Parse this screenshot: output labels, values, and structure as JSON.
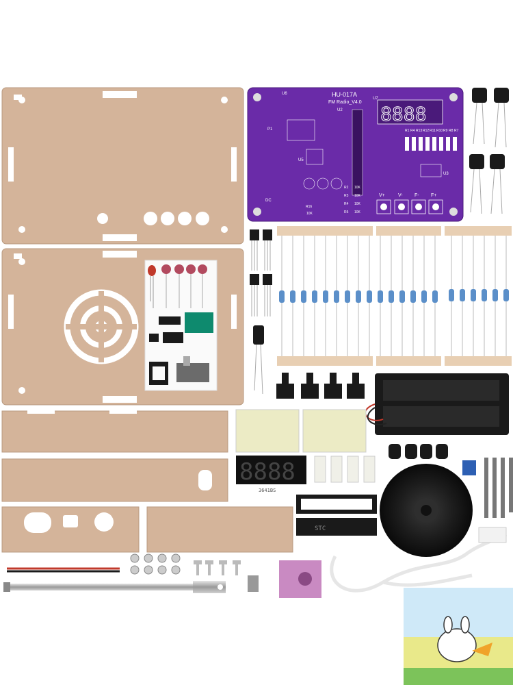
{
  "pcb": {
    "model": "HU-017A",
    "subtitle": "FM Radio_V4.0",
    "display_digits": "8888",
    "button_labels": [
      "V+",
      "V-",
      "F-",
      "F+"
    ],
    "resistor_row_labels": [
      "R1",
      "R4",
      "R13",
      "R12",
      "R11",
      "R10",
      "R9",
      "R8",
      "R7"
    ],
    "res_10k": [
      "10K",
      "10K",
      "10K",
      "10K"
    ],
    "res_row_left": [
      "R2",
      "R3",
      "R4",
      "R5"
    ],
    "r16_label": "R16",
    "r16_value": "10K",
    "chip_labels": {
      "u2": "U2",
      "u3": "U3",
      "u5": "U5",
      "u6": "U6",
      "u7": "U7",
      "p1": "P1",
      "dc": "DC"
    }
  },
  "parts": {
    "seven_segment_digits": "8888",
    "seven_segment_code": "3641BS",
    "mcu_marking": "STC"
  },
  "colors": {
    "acrylic": "#d4b49a",
    "pcb": "#6a2ba8",
    "background": "#ffffff"
  }
}
